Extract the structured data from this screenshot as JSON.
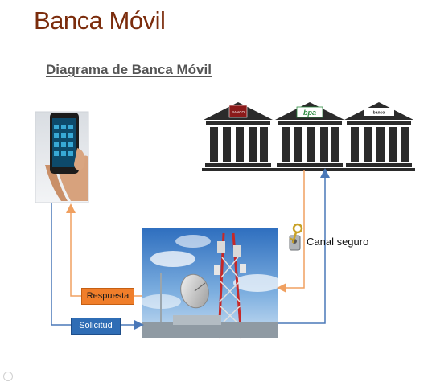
{
  "title": "Banca Móvil",
  "subtitle": "Diagrama de Banca Móvil",
  "labels": {
    "respuesta": "Respuesta",
    "solicitud": "Solicitud",
    "canal": "Canal seguro"
  },
  "banks": [
    {
      "name": "bank-1",
      "logo_text": "BANCO"
    },
    {
      "name": "bank-2",
      "logo_text": "bpa"
    },
    {
      "name": "bank-3",
      "logo_text": "banco"
    }
  ],
  "colors": {
    "title": "#7b2c0c",
    "request_arrow": "#4a78b8",
    "response_arrow": "#f0a060",
    "respuesta_box": "#f07e2a",
    "solicitud_box": "#2f6db5",
    "bank_column": "#2b2b2b"
  },
  "icons": [
    "smartphone-icon",
    "bank-building-icon",
    "key-lock-icon",
    "antenna-tower-icon"
  ]
}
